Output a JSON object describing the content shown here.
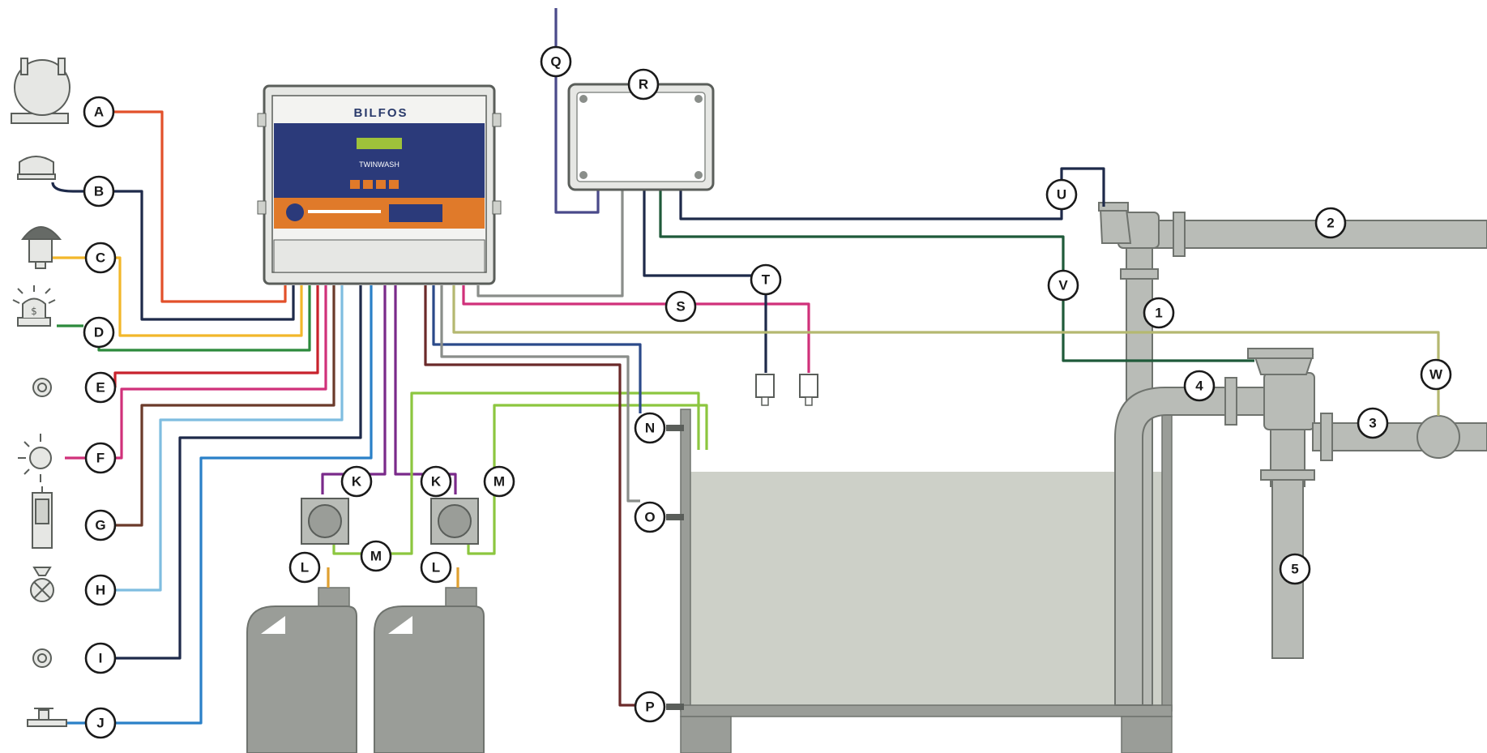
{
  "diagram": {
    "panel": {
      "brand": "BILFOS",
      "product": "TWINWASH"
    },
    "labels": {
      "A": "A",
      "B": "B",
      "C": "C",
      "D": "D",
      "E": "E",
      "F": "F",
      "G": "G",
      "H": "H",
      "I": "I",
      "J": "J",
      "K": "K",
      "L": "L",
      "M": "M",
      "N": "N",
      "O": "O",
      "P": "P",
      "Q": "Q",
      "R": "R",
      "S": "S",
      "T": "T",
      "U": "U",
      "V": "V",
      "W": "W",
      "n1": "1",
      "n2": "2",
      "n3": "3",
      "n4": "4",
      "n5": "5"
    },
    "colors": {
      "orange": "#e2502a",
      "navy": "#1e2a4a",
      "yellow": "#f2b72a",
      "green": "#2c8a3c",
      "red": "#c8222c",
      "magenta": "#d0317a",
      "brown": "#6b3a2a",
      "lightblue": "#7fbde0",
      "blue": "#2a80c8",
      "purple": "#7a2a8a",
      "lime": "#8cc63f",
      "olive": "#b5b870",
      "darkgreen": "#1f5a3a",
      "grey": "#8a8e8a",
      "pipe": "#b9bcb7",
      "liquid": "#cdd0c8",
      "panel_blue": "#2b3a7a",
      "panel_orange": "#e07a2a"
    }
  }
}
